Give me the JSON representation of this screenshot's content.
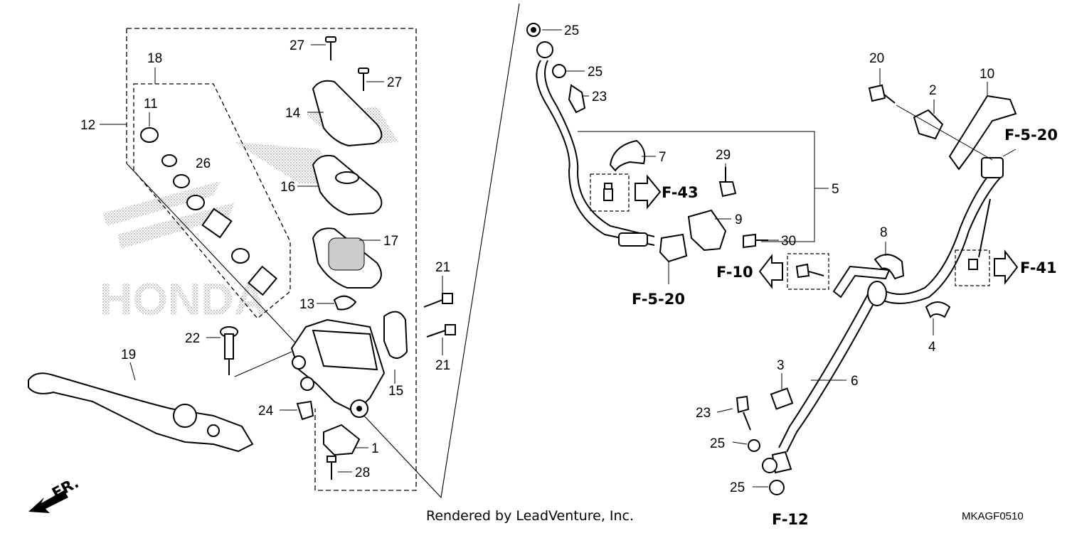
{
  "watermark": {
    "text": "HONDA"
  },
  "callouts": {
    "c1": "1",
    "c2": "2",
    "c3": "3",
    "c4": "4",
    "c5": "5",
    "c6": "6",
    "c7": "7",
    "c8": "8",
    "c9": "9",
    "c10": "10",
    "c11": "11",
    "c12": "12",
    "c13": "13",
    "c14": "14",
    "c15": "15",
    "c16": "16",
    "c17": "17",
    "c18": "18",
    "c19": "19",
    "c20": "20",
    "c21a": "21",
    "c21b": "21",
    "c22": "22",
    "c23a": "23",
    "c23b": "23",
    "c24": "24",
    "c25a": "25",
    "c25b": "25",
    "c25c": "25",
    "c25d": "25",
    "c26": "26",
    "c27a": "27",
    "c27b": "27",
    "c28": "28",
    "c29": "29",
    "c30": "30"
  },
  "references": {
    "f43": "F-43",
    "f10": "F-10",
    "f41": "F-41",
    "f520a": "F-5-20",
    "f520b": "F-5-20",
    "f12": "F-12"
  },
  "direction_label": "FR.",
  "credit": "Rendered by LeadVenture, Inc.",
  "diagram_code": "MKAGF0510"
}
